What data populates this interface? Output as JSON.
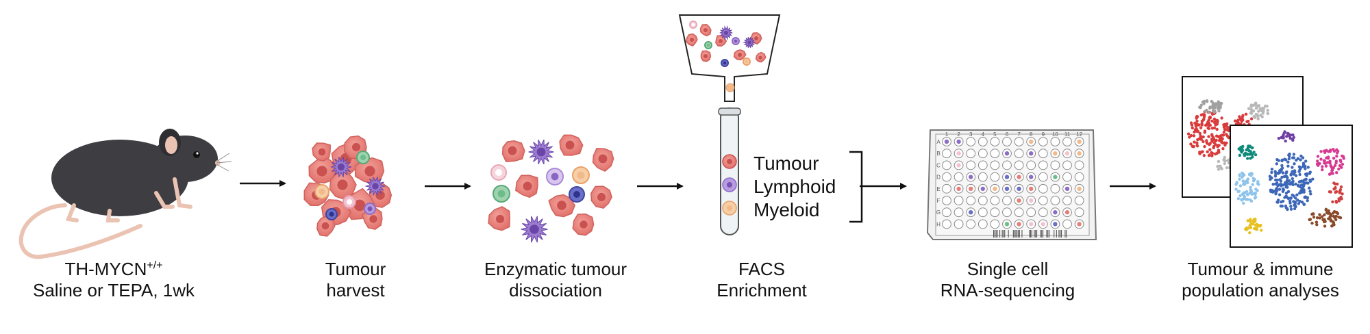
{
  "steps": [
    {
      "line1": "TH-MYCN",
      "line1_sup": "+/+",
      "line2": "Saline or TEPA, 1wk"
    },
    {
      "line1": "Tumour",
      "line2": "harvest"
    },
    {
      "line1": "Enzymatic tumour",
      "line2": "dissociation"
    },
    {
      "line1": "FACS",
      "line2": "Enrichment"
    },
    {
      "line1": "Single cell",
      "line2": "RNA-sequencing"
    },
    {
      "line1": "Tumour & immune",
      "line2": "population analyses"
    }
  ],
  "facs_populations": [
    "Tumour",
    "Lymphoid",
    "Myeloid"
  ],
  "plate": {
    "columns": [
      "1",
      "2",
      "3",
      "4",
      "5",
      "6",
      "7",
      "8",
      "9",
      "10",
      "11",
      "12"
    ],
    "rows": [
      "A",
      "B",
      "C",
      "D",
      "E",
      "F",
      "G",
      "H"
    ]
  },
  "colors": {
    "tumour_cell": "#e57f7a",
    "tumour_nucleus": "#c9514f",
    "lymphoid_cell": "#8f6cc4",
    "myeloid_cell": "#f2b98a",
    "mouse_body": "#3e3e42",
    "mouse_skin": "#eac3b3"
  }
}
